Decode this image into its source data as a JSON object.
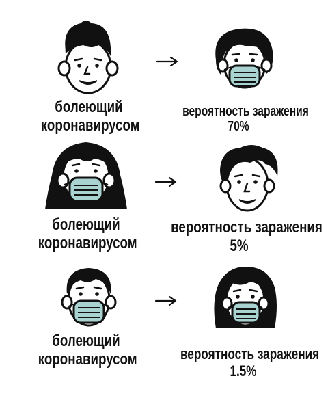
{
  "rows": [
    {
      "sick_label": [
        "болеющий",
        "коронавирусом"
      ],
      "prob_label": "вероятность заражения",
      "prob_value": "70%",
      "probability_percent": 70,
      "sick_has_mask": false,
      "healthy_has_mask": true
    },
    {
      "sick_label": [
        "болеющий",
        "коронавирусом"
      ],
      "prob_label": "вероятность заражения",
      "prob_value": "5%",
      "probability_percent": 5,
      "sick_has_mask": true,
      "healthy_has_mask": false
    },
    {
      "sick_label": [
        "болеющий",
        "коронавирусом"
      ],
      "prob_label": "вероятность заражения",
      "prob_value": "1.5%",
      "probability_percent": 1.5,
      "sick_has_mask": true,
      "healthy_has_mask": true
    }
  ],
  "colors": {
    "ink": "#111111",
    "mask": "#a9d3d1",
    "background": "#ffffff"
  },
  "icons": [
    "arrow-right-icon",
    "face-icon",
    "face-mask-icon"
  ]
}
